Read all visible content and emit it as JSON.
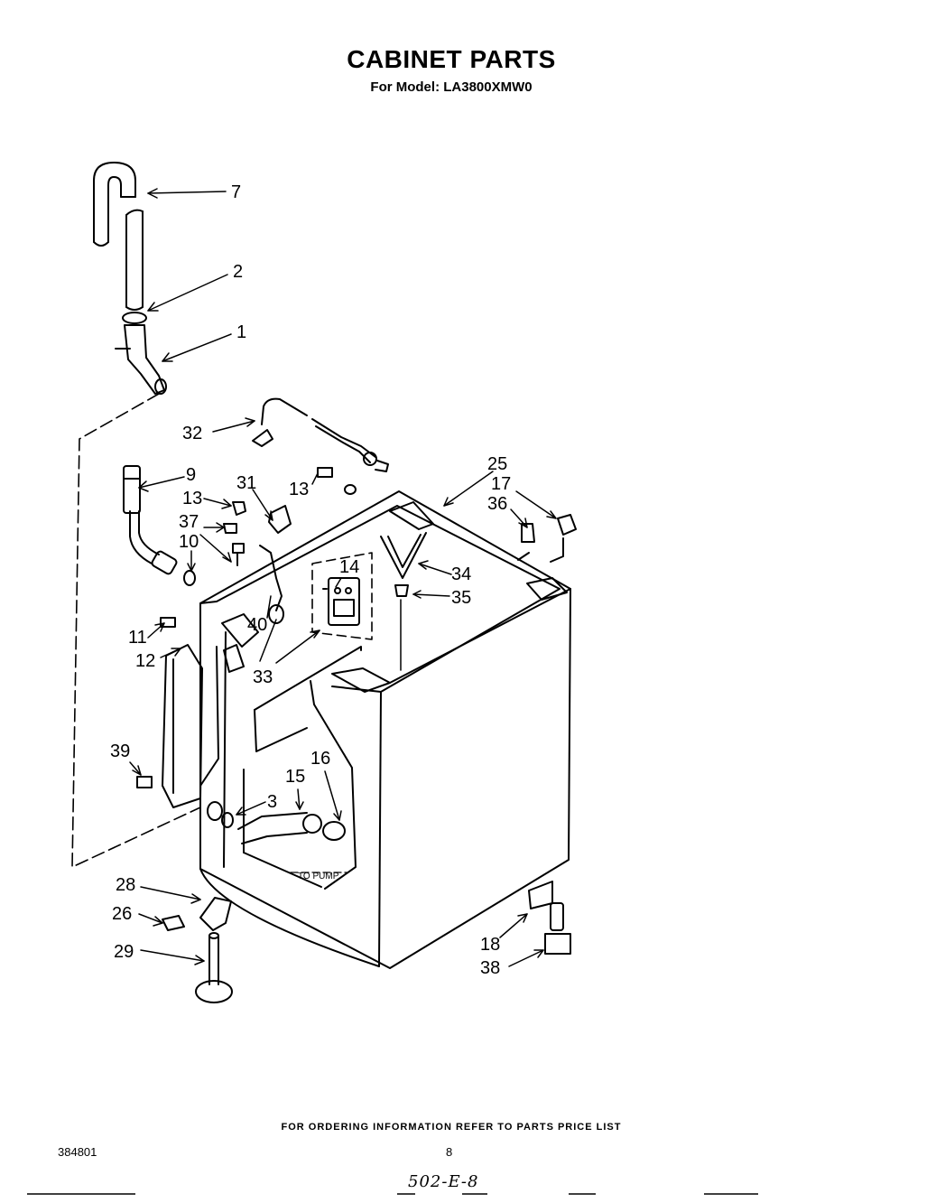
{
  "header": {
    "title": "CABINET PARTS",
    "subtitle": "For Model: LA3800XMW0"
  },
  "diagram": {
    "callouts": [
      "7",
      "2",
      "1",
      "32",
      "9",
      "31",
      "13",
      "13",
      "25",
      "17",
      "36",
      "37",
      "10",
      "14",
      "34",
      "35",
      "40",
      "11",
      "12",
      "33",
      "39",
      "16",
      "15",
      "3",
      "28",
      "26",
      "29",
      "18",
      "38"
    ],
    "annotation": "TO PUMP"
  },
  "footer": {
    "ordering_note": "FOR ORDERING INFORMATION REFER TO PARTS PRICE LIST",
    "doc_number": "384801",
    "page_number": "8",
    "handwritten_note": "502-E-8"
  }
}
